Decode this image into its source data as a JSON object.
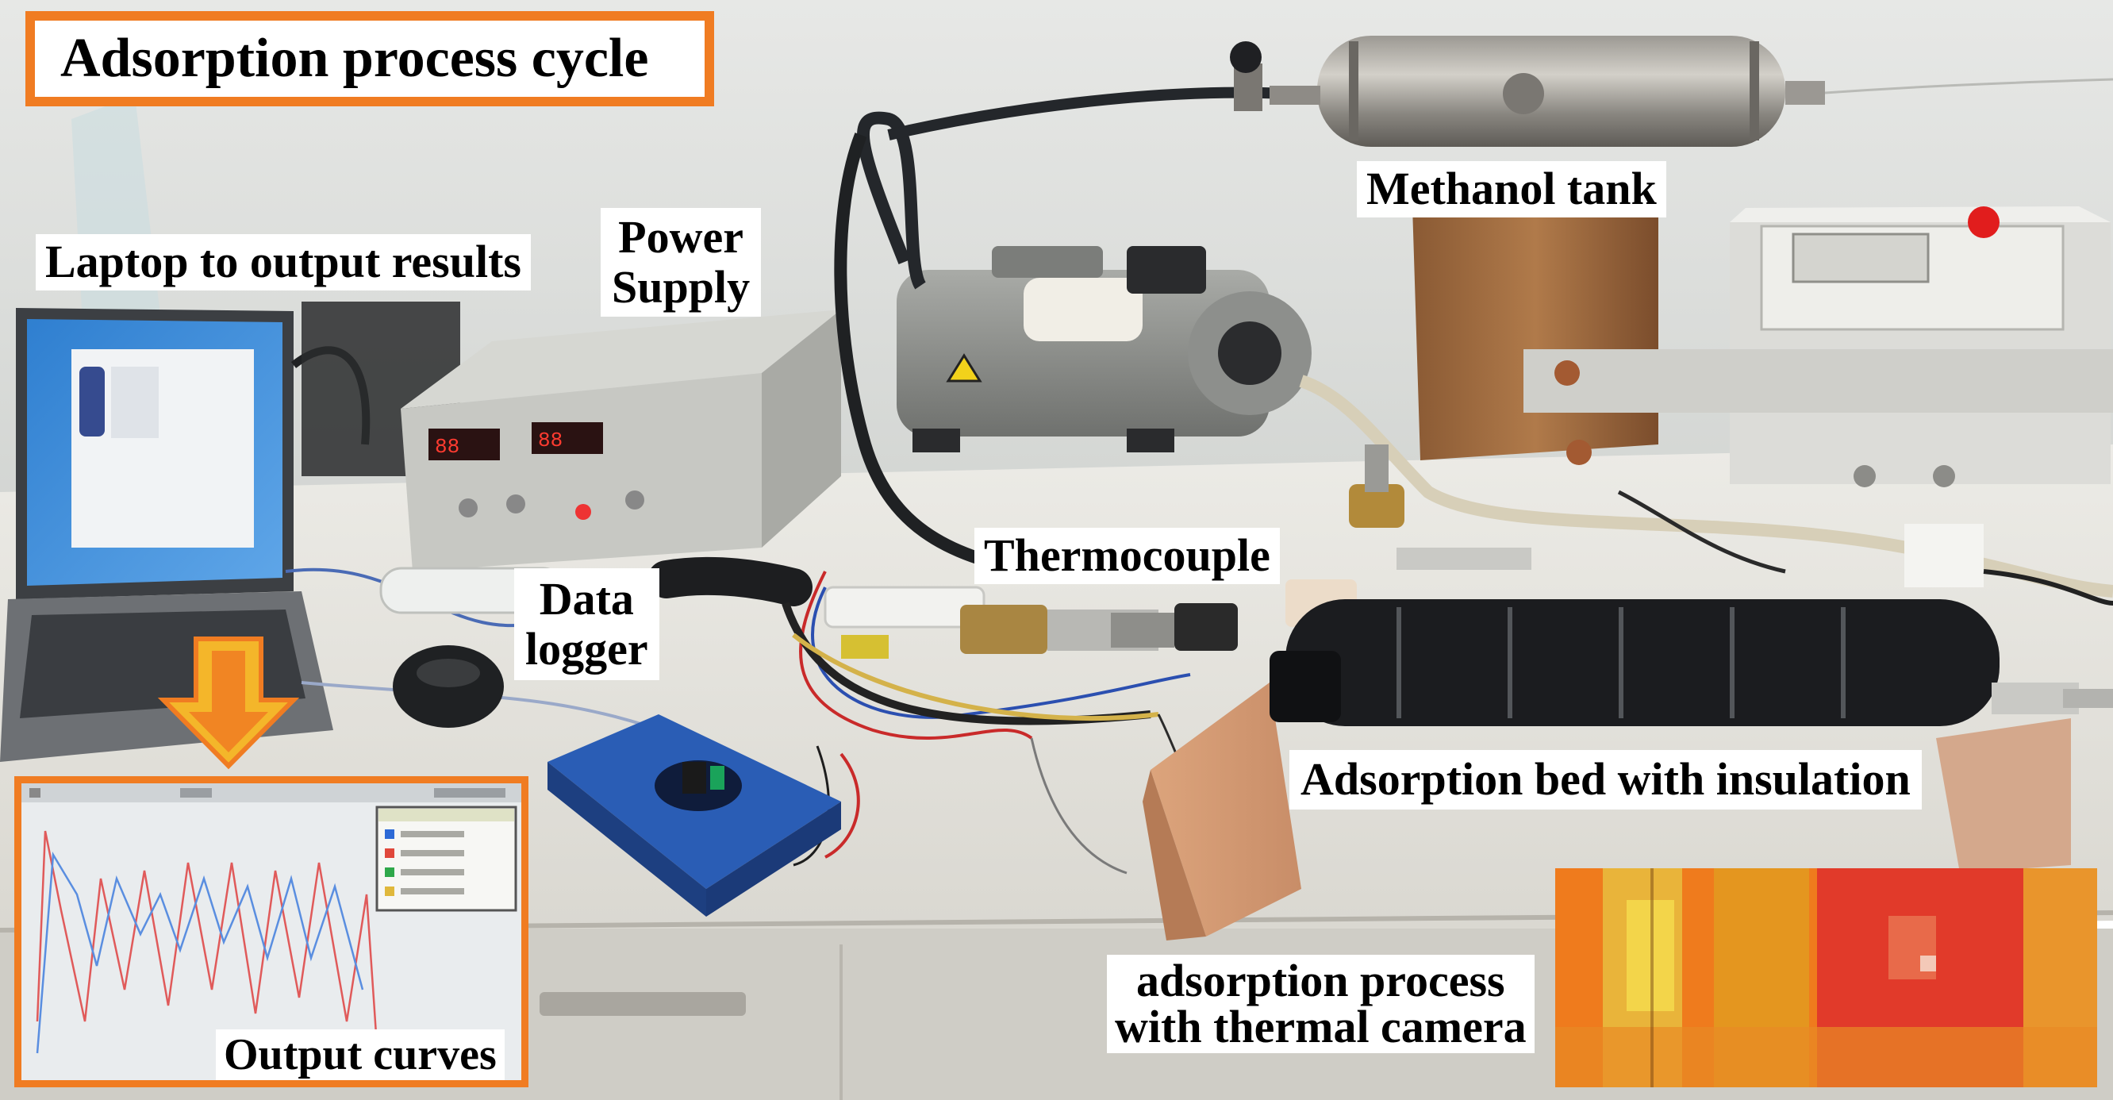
{
  "figure": {
    "title": "Adsorption process cycle",
    "labels": {
      "laptop": "Laptop to output results",
      "power_supply": [
        "Power",
        "Supply"
      ],
      "methanol_tank": "Methanol tank",
      "thermocouple": "Thermocouple",
      "data_logger": [
        "Data",
        "logger"
      ],
      "adsorption_bed": "Adsorption bed with insulation",
      "thermal_camera": [
        "adsorption process",
        "with thermal camera"
      ],
      "output_curves": "Output curves"
    }
  },
  "colors": {
    "accent_orange": "#f07c22",
    "arrow_yellow": "#f4b62a",
    "insulation": "#1b1c1f",
    "counter": "#e5e3dc",
    "wall": "#dcdedb"
  },
  "icons": [
    "down-arrow-icon"
  ]
}
